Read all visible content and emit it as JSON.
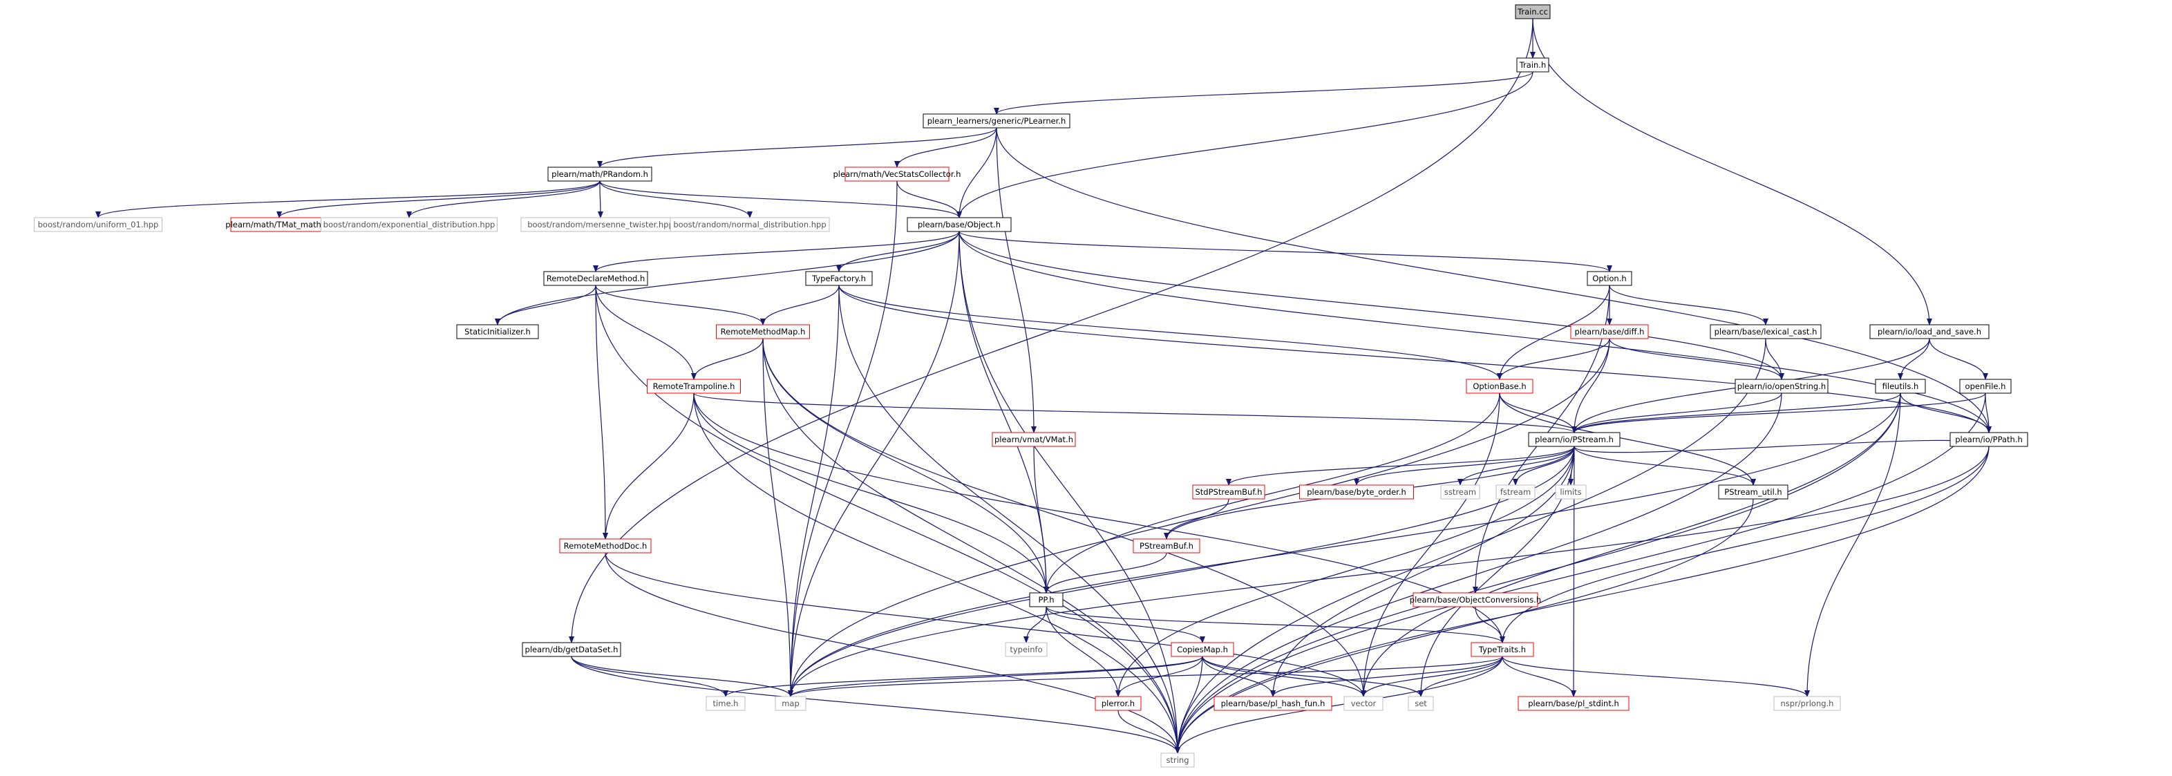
{
  "colors": {
    "edge": "#191970",
    "node_border_normal": "#000000",
    "node_border_incomplete": "#ff0000",
    "node_border_external": "#bfbfbf",
    "root_fill": "#bfbfbf",
    "text_normal": "#000000",
    "text_external": "#555555"
  },
  "nodes": [
    {
      "id": "train_cc",
      "label": "Train.cc",
      "kind": "root"
    },
    {
      "id": "train_h",
      "label": "Train.h",
      "kind": "normal"
    },
    {
      "id": "plearner",
      "label": "plearn_learners/generic/PLearner.h",
      "kind": "normal"
    },
    {
      "id": "prandom",
      "label": "plearn/math/PRandom.h",
      "kind": "normal"
    },
    {
      "id": "vecstats",
      "label": "plearn/math/VecStatsCollector.h",
      "kind": "incomplete"
    },
    {
      "id": "uniform01",
      "label": "boost/random/uniform_01.hpp",
      "kind": "external"
    },
    {
      "id": "tmat",
      "label": "plearn/math/TMat_maths.h",
      "kind": "incomplete"
    },
    {
      "id": "expdist",
      "label": "boost/random/exponential_distribution.hpp",
      "kind": "external"
    },
    {
      "id": "mersenne",
      "label": "boost/random/mersenne_twister.hpp",
      "kind": "external"
    },
    {
      "id": "normdist",
      "label": "boost/random/normal_distribution.hpp",
      "kind": "external"
    },
    {
      "id": "object",
      "label": "plearn/base/Object.h",
      "kind": "normal"
    },
    {
      "id": "rdm",
      "label": "RemoteDeclareMethod.h",
      "kind": "normal"
    },
    {
      "id": "typefactory",
      "label": "TypeFactory.h",
      "kind": "normal"
    },
    {
      "id": "option",
      "label": "Option.h",
      "kind": "normal"
    },
    {
      "id": "staticinit",
      "label": "StaticInitializer.h",
      "kind": "normal"
    },
    {
      "id": "rmm",
      "label": "RemoteMethodMap.h",
      "kind": "incomplete"
    },
    {
      "id": "diff",
      "label": "plearn/base/diff.h",
      "kind": "incomplete"
    },
    {
      "id": "lexcast",
      "label": "plearn/base/lexical_cast.h",
      "kind": "normal"
    },
    {
      "id": "loadsave",
      "label": "plearn/io/load_and_save.h",
      "kind": "normal"
    },
    {
      "id": "rtramp",
      "label": "RemoteTrampoline.h",
      "kind": "incomplete"
    },
    {
      "id": "optionbase",
      "label": "OptionBase.h",
      "kind": "incomplete"
    },
    {
      "id": "openstring",
      "label": "plearn/io/openString.h",
      "kind": "normal"
    },
    {
      "id": "fileutils",
      "label": "fileutils.h",
      "kind": "normal"
    },
    {
      "id": "openfile",
      "label": "openFile.h",
      "kind": "normal"
    },
    {
      "id": "vmat",
      "label": "plearn/vmat/VMat.h",
      "kind": "incomplete"
    },
    {
      "id": "pstream",
      "label": "plearn/io/PStream.h",
      "kind": "normal"
    },
    {
      "id": "ppath",
      "label": "plearn/io/PPath.h",
      "kind": "normal"
    },
    {
      "id": "stdpsb",
      "label": "StdPStreamBuf.h",
      "kind": "incomplete"
    },
    {
      "id": "byteorder",
      "label": "plearn/base/byte_order.h",
      "kind": "incomplete"
    },
    {
      "id": "sstream",
      "label": "sstream",
      "kind": "external"
    },
    {
      "id": "fstream",
      "label": "fstream",
      "kind": "external"
    },
    {
      "id": "limits",
      "label": "limits",
      "kind": "external"
    },
    {
      "id": "pstreamutil",
      "label": "PStream_util.h",
      "kind": "normal"
    },
    {
      "id": "pstreambuf",
      "label": "PStreamBuf.h",
      "kind": "incomplete"
    },
    {
      "id": "rmdoc",
      "label": "RemoteMethodDoc.h",
      "kind": "incomplete"
    },
    {
      "id": "pp",
      "label": "PP.h",
      "kind": "normal"
    },
    {
      "id": "objconv",
      "label": "plearn/base/ObjectConversions.h",
      "kind": "incomplete"
    },
    {
      "id": "typeinfo",
      "label": "typeinfo",
      "kind": "external"
    },
    {
      "id": "getdataset",
      "label": "plearn/db/getDataSet.h",
      "kind": "normal"
    },
    {
      "id": "copiesmap",
      "label": "CopiesMap.h",
      "kind": "incomplete"
    },
    {
      "id": "typetraits",
      "label": "TypeTraits.h",
      "kind": "incomplete"
    },
    {
      "id": "timeh",
      "label": "time.h",
      "kind": "external"
    },
    {
      "id": "map",
      "label": "map",
      "kind": "external"
    },
    {
      "id": "perror",
      "label": "plerror.h",
      "kind": "incomplete"
    },
    {
      "id": "hashfun",
      "label": "plearn/base/pl_hash_fun.h",
      "kind": "incomplete"
    },
    {
      "id": "vector",
      "label": "vector",
      "kind": "external"
    },
    {
      "id": "set",
      "label": "set",
      "kind": "external"
    },
    {
      "id": "stdint",
      "label": "plearn/base/pl_stdint.h",
      "kind": "incomplete"
    },
    {
      "id": "prlong",
      "label": "nspr/prlong.h",
      "kind": "external"
    },
    {
      "id": "string",
      "label": "string",
      "kind": "external"
    }
  ],
  "edges": [
    [
      "train_cc",
      "train_h"
    ],
    [
      "train_cc",
      "getdataset"
    ],
    [
      "train_cc",
      "loadsave"
    ],
    [
      "train_h",
      "plearner"
    ],
    [
      "train_h",
      "object"
    ],
    [
      "plearner",
      "prandom"
    ],
    [
      "plearner",
      "vecstats"
    ],
    [
      "plearner",
      "object"
    ],
    [
      "plearner",
      "vmat"
    ],
    [
      "plearner",
      "ppath"
    ],
    [
      "prandom",
      "uniform01"
    ],
    [
      "prandom",
      "tmat"
    ],
    [
      "prandom",
      "expdist"
    ],
    [
      "prandom",
      "mersenne"
    ],
    [
      "prandom",
      "normdist"
    ],
    [
      "prandom",
      "object"
    ],
    [
      "vecstats",
      "object"
    ],
    [
      "vecstats",
      "map"
    ],
    [
      "object",
      "rdm"
    ],
    [
      "object",
      "typefactory"
    ],
    [
      "object",
      "option"
    ],
    [
      "object",
      "staticinit"
    ],
    [
      "object",
      "pp"
    ],
    [
      "object",
      "openstring"
    ],
    [
      "object",
      "ppath"
    ],
    [
      "object",
      "string"
    ],
    [
      "object",
      "map"
    ],
    [
      "rdm",
      "staticinit"
    ],
    [
      "rdm",
      "rmm"
    ],
    [
      "rdm",
      "rtramp"
    ],
    [
      "rdm",
      "rmdoc"
    ],
    [
      "rdm",
      "string"
    ],
    [
      "typefactory",
      "rmm"
    ],
    [
      "typefactory",
      "optionbase"
    ],
    [
      "typefactory",
      "map"
    ],
    [
      "typefactory",
      "string"
    ],
    [
      "typefactory",
      "ppath"
    ],
    [
      "rmm",
      "rtramp"
    ],
    [
      "rmm",
      "pp"
    ],
    [
      "rmm",
      "map"
    ],
    [
      "rmm",
      "vector"
    ],
    [
      "rmm",
      "string"
    ],
    [
      "rtramp",
      "rmdoc"
    ],
    [
      "rtramp",
      "pp"
    ],
    [
      "rtramp",
      "pstream"
    ],
    [
      "rtramp",
      "typetraits"
    ],
    [
      "rtramp",
      "string"
    ],
    [
      "rmdoc",
      "vector"
    ],
    [
      "rmdoc",
      "string"
    ],
    [
      "option",
      "diff"
    ],
    [
      "option",
      "lexcast"
    ],
    [
      "option",
      "optionbase"
    ],
    [
      "option",
      "objconv"
    ],
    [
      "diff",
      "optionbase"
    ],
    [
      "diff",
      "openstring"
    ],
    [
      "diff",
      "pstream"
    ],
    [
      "diff",
      "map"
    ],
    [
      "lexcast",
      "openstring"
    ],
    [
      "lexcast",
      "string"
    ],
    [
      "loadsave",
      "fileutils"
    ],
    [
      "loadsave",
      "openfile"
    ],
    [
      "loadsave",
      "pstream"
    ],
    [
      "optionbase",
      "pstream"
    ],
    [
      "optionbase",
      "pstreamutil"
    ],
    [
      "optionbase",
      "pp"
    ],
    [
      "optionbase",
      "vector"
    ],
    [
      "openstring",
      "pstream"
    ],
    [
      "openstring",
      "string"
    ],
    [
      "fileutils",
      "ppath"
    ],
    [
      "fileutils",
      "pstream"
    ],
    [
      "fileutils",
      "prlong"
    ],
    [
      "fileutils",
      "vector"
    ],
    [
      "fileutils",
      "map"
    ],
    [
      "fileutils",
      "string"
    ],
    [
      "openfile",
      "ppath"
    ],
    [
      "openfile",
      "pstream"
    ],
    [
      "openfile",
      "string"
    ],
    [
      "vmat",
      "pp"
    ],
    [
      "pstream",
      "stdpsb"
    ],
    [
      "pstream",
      "byteorder"
    ],
    [
      "pstream",
      "sstream"
    ],
    [
      "pstream",
      "fstream"
    ],
    [
      "pstream",
      "limits"
    ],
    [
      "pstream",
      "pstreamutil"
    ],
    [
      "pstream",
      "pstreambuf"
    ],
    [
      "pstream",
      "perror"
    ],
    [
      "pstream",
      "hashfun"
    ],
    [
      "pstream",
      "map"
    ],
    [
      "pstream",
      "set"
    ],
    [
      "pstream",
      "stdint"
    ],
    [
      "pstream",
      "ppath"
    ],
    [
      "ppath",
      "typetraits"
    ],
    [
      "ppath",
      "map"
    ],
    [
      "ppath",
      "string"
    ],
    [
      "stdpsb",
      "pstreambuf"
    ],
    [
      "pstreambuf",
      "pp"
    ],
    [
      "pstreamutil",
      "string"
    ],
    [
      "pp",
      "typeinfo"
    ],
    [
      "pp",
      "copiesmap"
    ],
    [
      "pp",
      "perror"
    ],
    [
      "pp",
      "typetraits"
    ],
    [
      "objconv",
      "typetraits"
    ],
    [
      "getdataset",
      "timeh"
    ],
    [
      "getdataset",
      "map"
    ],
    [
      "getdataset",
      "string"
    ],
    [
      "copiesmap",
      "map"
    ],
    [
      "copiesmap",
      "perror"
    ],
    [
      "copiesmap",
      "hashfun"
    ],
    [
      "copiesmap",
      "vector"
    ],
    [
      "copiesmap",
      "set"
    ],
    [
      "copiesmap",
      "string"
    ],
    [
      "copiesmap",
      "timeh"
    ],
    [
      "typetraits",
      "map"
    ],
    [
      "typetraits",
      "vector"
    ],
    [
      "typetraits",
      "set"
    ],
    [
      "typetraits",
      "stdint"
    ],
    [
      "typetraits",
      "hashfun"
    ],
    [
      "typetraits",
      "prlong"
    ],
    [
      "typetraits",
      "string"
    ],
    [
      "perror",
      "string"
    ]
  ]
}
